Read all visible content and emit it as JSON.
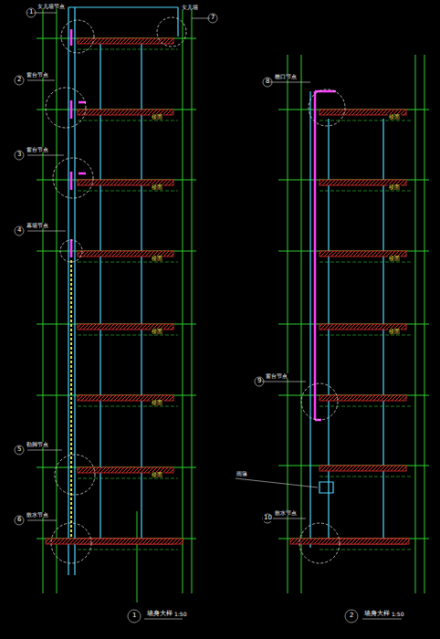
{
  "diagram": {
    "labels": [
      "1",
      "2",
      "3",
      "4",
      "5",
      "6",
      "7",
      "8",
      "9",
      "10",
      "女儿墙节点",
      "窗台节点",
      "窗台节点",
      "幕墙节点",
      "勒脚节点",
      "散水节点",
      "女儿墙",
      "檐口节点",
      "窗台节点",
      "散水节点",
      "雨篷",
      "楼面",
      "楼面",
      "楼面",
      "楼面",
      "楼面",
      "楼面",
      "楼面",
      "楼面",
      "楼面",
      "楼面",
      "1",
      "墙身大样",
      "1:50",
      "2",
      "墙身大样",
      "1:50"
    ]
  }
}
